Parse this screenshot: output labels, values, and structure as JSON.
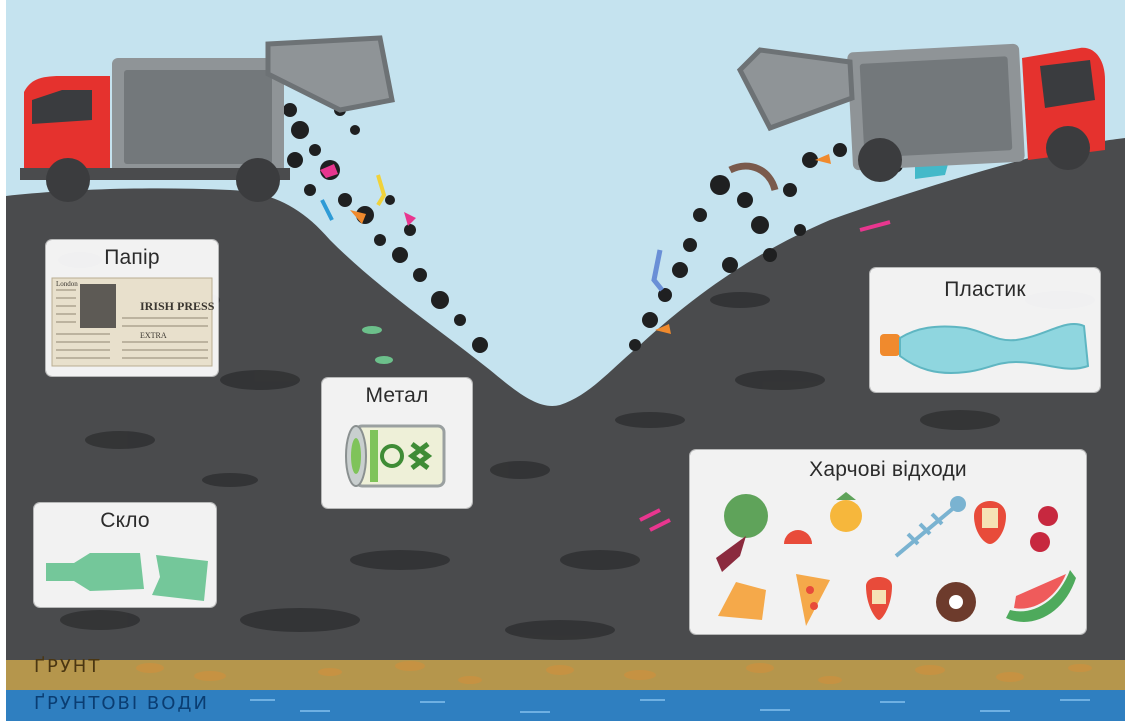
{
  "cards": {
    "paper": "Папір",
    "metal": "Метал",
    "glass": "Скло",
    "plastic": "Пластик",
    "food": "Харчові відходи"
  },
  "newspaper": {
    "masthead": "IRISH PRESS",
    "small": "EXTRA",
    "corner": "London"
  },
  "layers": {
    "soil": "ҐРУНТ",
    "groundwater": "ҐРУНТОВІ ВОДИ"
  },
  "colors": {
    "sky": "#c5e3ef",
    "landfill": "#4a4b4d",
    "debris": "#1f2021",
    "soil": "#b5964c",
    "water": "#2f7fc0",
    "truck_cab": "#e5322e",
    "truck_body": "#8f9497"
  }
}
